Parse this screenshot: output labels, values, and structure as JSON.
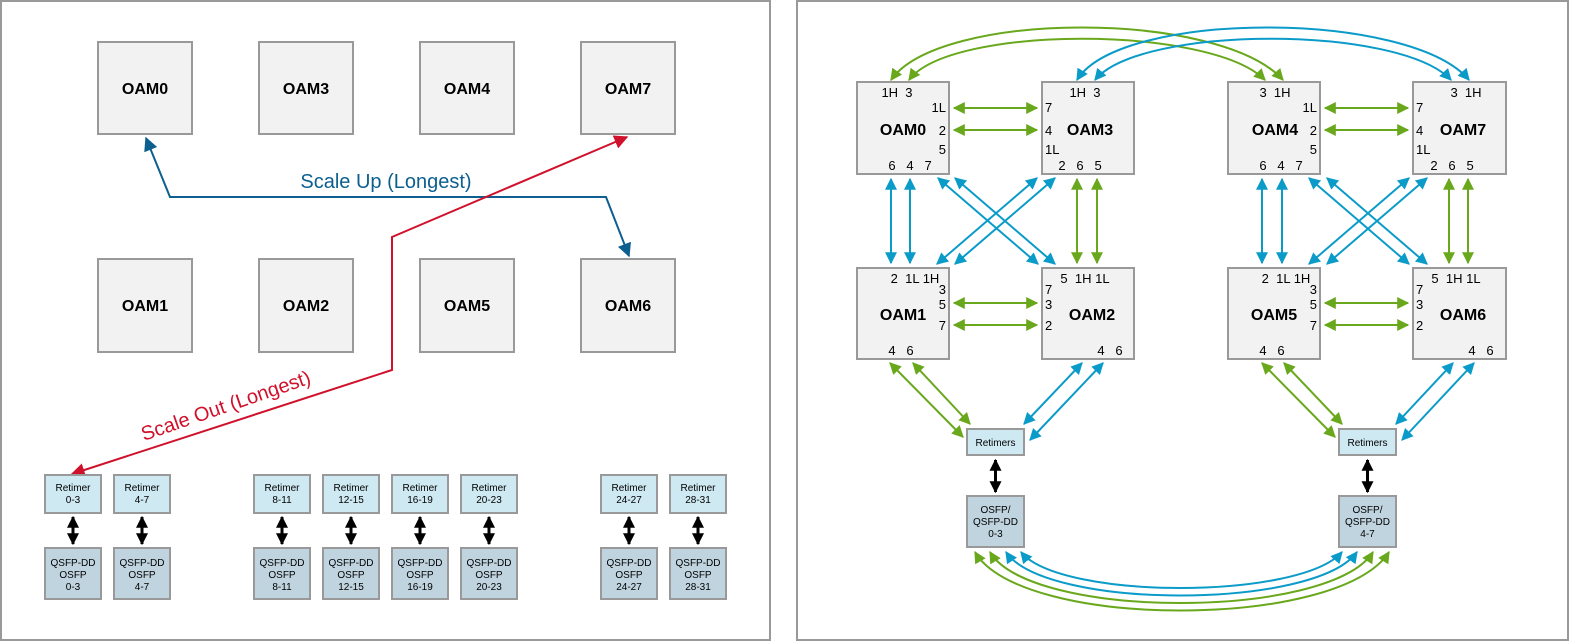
{
  "colors": {
    "scale_up": "#0c5f8e",
    "scale_out": "#d0112b",
    "green_link": "#69a81c",
    "blue_link": "#0b9bc9",
    "black_link": "#000000",
    "oam_fill": "#f2f2f2",
    "retimer_fill": "#cfe9f3",
    "qsfp_fill": "#c0d4e0",
    "border": "#999999"
  },
  "left_panel": {
    "oams": [
      "OAM0",
      "OAM3",
      "OAM4",
      "OAM7",
      "OAM1",
      "OAM2",
      "OAM5",
      "OAM6"
    ],
    "scale_up_label": "Scale Up (Longest)",
    "scale_out_label": "Scale Out (Longest)",
    "retimers": [
      {
        "line1": "Retimer",
        "line2": "0-3"
      },
      {
        "line1": "Retimer",
        "line2": "4-7"
      },
      {
        "line1": "Retimer",
        "line2": "8-11"
      },
      {
        "line1": "Retimer",
        "line2": "12-15"
      },
      {
        "line1": "Retimer",
        "line2": "16-19"
      },
      {
        "line1": "Retimer",
        "line2": "20-23"
      },
      {
        "line1": "Retimer",
        "line2": "24-27"
      },
      {
        "line1": "Retimer",
        "line2": "28-31"
      }
    ],
    "ports": [
      {
        "line1": "QSFP-DD",
        "line2": "OSFP",
        "line3": "0-3"
      },
      {
        "line1": "QSFP-DD",
        "line2": "OSFP",
        "line3": "4-7"
      },
      {
        "line1": "QSFP-DD",
        "line2": "OSFP",
        "line3": "8-11"
      },
      {
        "line1": "QSFP-DD",
        "line2": "OSFP",
        "line3": "12-15"
      },
      {
        "line1": "QSFP-DD",
        "line2": "OSFP",
        "line3": "16-19"
      },
      {
        "line1": "QSFP-DD",
        "line2": "OSFP",
        "line3": "20-23"
      },
      {
        "line1": "QSFP-DD",
        "line2": "OSFP",
        "line3": "24-27"
      },
      {
        "line1": "QSFP-DD",
        "line2": "OSFP",
        "line3": "28-31"
      }
    ]
  },
  "right_panel": {
    "oams": {
      "oam0": {
        "name": "OAM0",
        "top": "1H  3",
        "r1": "1L",
        "r2": "2",
        "r3": "5",
        "bottom": "6   4   7"
      },
      "oam3": {
        "name": "OAM3",
        "top": "1H  3",
        "l1": "7",
        "l2": "4",
        "l3": "1L",
        "bottom": "2   6   5"
      },
      "oam4": {
        "name": "OAM4",
        "top": "3  1H",
        "r1": "1L",
        "r2": "2",
        "r3": "5",
        "bottom": "6   4   7"
      },
      "oam7": {
        "name": "OAM7",
        "top": "3  1H",
        "l1": "7",
        "l2": "4",
        "l3": "1L",
        "bottom": "2   6   5"
      },
      "oam1": {
        "name": "OAM1",
        "top": "2  1L 1H",
        "r1": "3",
        "r2": "5",
        "r3": "7",
        "bottom": "4   6"
      },
      "oam2": {
        "name": "OAM2",
        "top": "5  1H 1L",
        "l0": "7",
        "l1": "3",
        "l2": "2",
        "bottom": "4   6"
      },
      "oam5": {
        "name": "OAM5",
        "top": "2  1L 1H",
        "r1": "3",
        "r2": "5",
        "r3": "7",
        "bottom": "4   6"
      },
      "oam6": {
        "name": "OAM6",
        "top": "5  1H 1L",
        "l0": "7",
        "l1": "3",
        "l2": "2",
        "bottom": "4   6"
      }
    },
    "retimers_label": "Retimers",
    "port_left": {
      "line1": "OSFP/",
      "line2": "QSFP-DD",
      "line3": "0-3"
    },
    "port_right": {
      "line1": "OSFP/",
      "line2": "QSFP-DD",
      "line3": "4-7"
    }
  }
}
